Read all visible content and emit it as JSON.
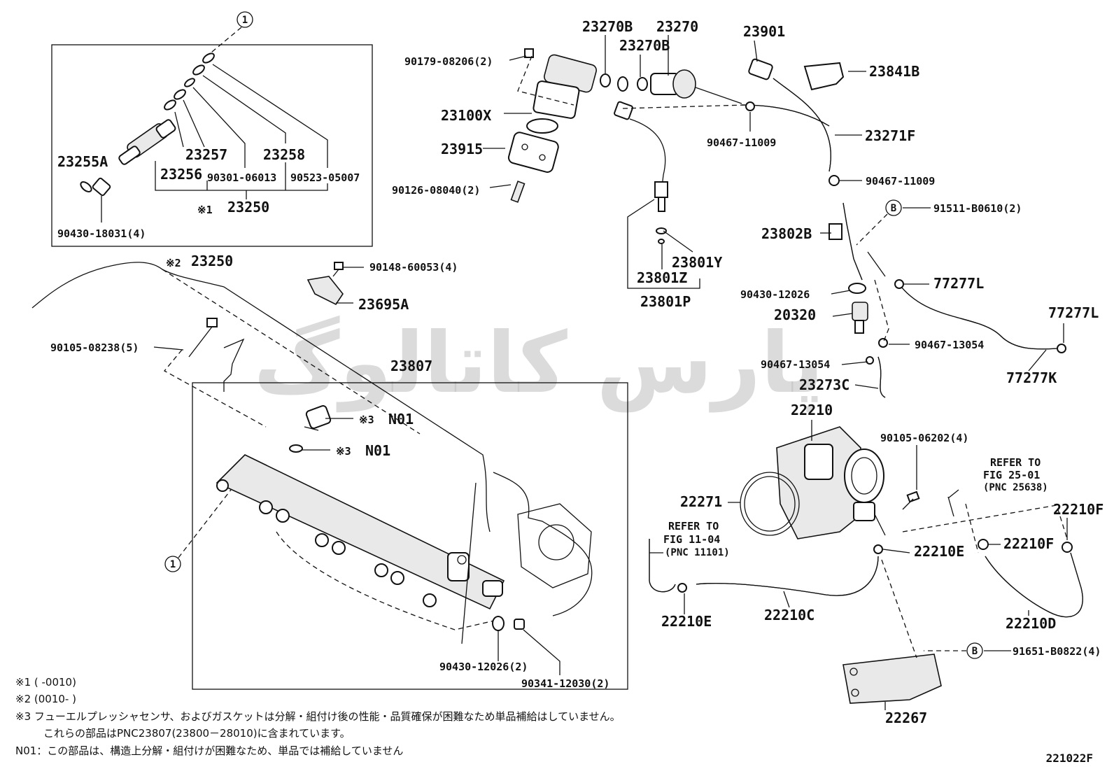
{
  "figure_code": "221022F",
  "watermark": "پارس کاتالوگ",
  "callouts": {
    "circle1": "1",
    "circleB": "B"
  },
  "labels": {
    "p23270B_a": "23270B",
    "p23270": "23270",
    "p23270B_b": "23270B",
    "p23901": "23901",
    "p23841B": "23841B",
    "p90179": "90179-08206(2)",
    "p23100X": "23100X",
    "p90467_11009a": "90467-11009",
    "p23271F": "23271F",
    "p23915": "23915",
    "p90467_11009b": "90467-11009",
    "p90126": "90126-08040(2)",
    "p91511": "91511-B0610(2)",
    "p23802B": "23802B",
    "p23801Y": "23801Y",
    "p23801Z": "23801Z",
    "p23801P": "23801P",
    "p77277L_a": "77277L",
    "p90430_12026a": "90430-12026",
    "p20320": "20320",
    "p77277L_b": "77277L",
    "p90467_13054a": "90467-13054",
    "p90467_13054b": "90467-13054",
    "p23273C": "23273C",
    "p77277K": "77277K",
    "p23255A": "23255A",
    "p23257": "23257",
    "p23258": "23258",
    "p23256": "23256",
    "p90301": "90301-06013",
    "p90523": "90523-05007",
    "p23250_1": "23250",
    "mark1": "※1",
    "p90430_18031": "90430-18031(4)",
    "mark2": "※2",
    "p23250_2": "23250",
    "p90148": "90148-60053(4)",
    "p23695A": "23695A",
    "p90105_08238": "90105-08238(5)",
    "p23807": "23807",
    "mark3a": "※3",
    "n01a": "N01",
    "mark3b": "※3",
    "n01b": "N01",
    "p90430_12026b": "90430-12026(2)",
    "p90341": "90341-12030(2)",
    "p22210": "22210",
    "p90105_06202": "90105-06202(4)",
    "refer1_a": "REFER TO",
    "refer1_b": "FIG 25-01",
    "refer1_c": "(PNC 25638)",
    "p22271": "22271",
    "refer2_a": "REFER TO",
    "refer2_b": "FIG 11-04",
    "refer2_c": "(PNC 11101)",
    "p22210F_a": "22210F",
    "p22210F_b": "22210F",
    "p22210E_a": "22210E",
    "p22210E_b": "22210E",
    "p22210C": "22210C",
    "p22210D": "22210D",
    "p91651": "91651-B0822(4)",
    "p22267": "22267"
  },
  "notes": {
    "n1": "※1 (      -0010)",
    "n2": "※2 (0010-      )",
    "n3": "※3  フューエルプレッシャセンサ、およびガスケットは分解・組付け後の性能・品質確保が困難なため単品補給はしていません。",
    "n4": "これらの部品はPNC23807(23800－28010)に含まれています。",
    "n5": "N01：この部品は、構造上分解・組付けが困難なため、単品では補給していません"
  }
}
